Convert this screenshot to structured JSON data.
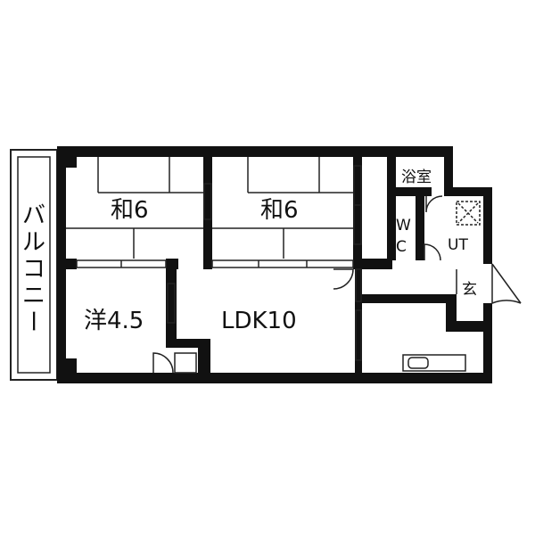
{
  "floorplan": {
    "rooms": {
      "washitsu_left": "和6",
      "washitsu_right": "和6",
      "youshitsu": "洋4.5",
      "ldk": "LDK10",
      "bath": "浴室",
      "wc_w": "W",
      "wc_c": "C",
      "ut": "UT",
      "entrance": "玄"
    },
    "balcony": [
      "バ",
      "ル",
      "コ",
      "ニ",
      "ー"
    ]
  },
  "colors": {
    "wall": "#111111",
    "thin": "#222222",
    "background": "#ffffff"
  }
}
